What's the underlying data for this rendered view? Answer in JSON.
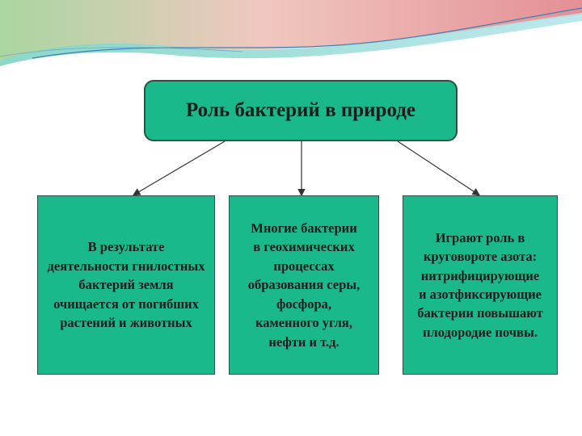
{
  "title": "Роль бактерий в природе",
  "cards": [
    {
      "text": "В результате\nдеятельности гнилостных\nбактерий земля\nочищается от погибших\nрастений и животных"
    },
    {
      "text": "Многие бактерии\nв геохимических\nпроцессах\nобразования серы,\nфосфора,\nкаменного угля,\nнефти и т.д."
    },
    {
      "text": "Играют роль в\nкруговороте азота:\nнитрифицирующие\nи азотфиксирующие\nбактерии повышают\nплодородие почвы."
    }
  ],
  "colors": {
    "box_fill": "#19b98c",
    "box_border": "#2f4f42",
    "arrow": "#333333"
  }
}
